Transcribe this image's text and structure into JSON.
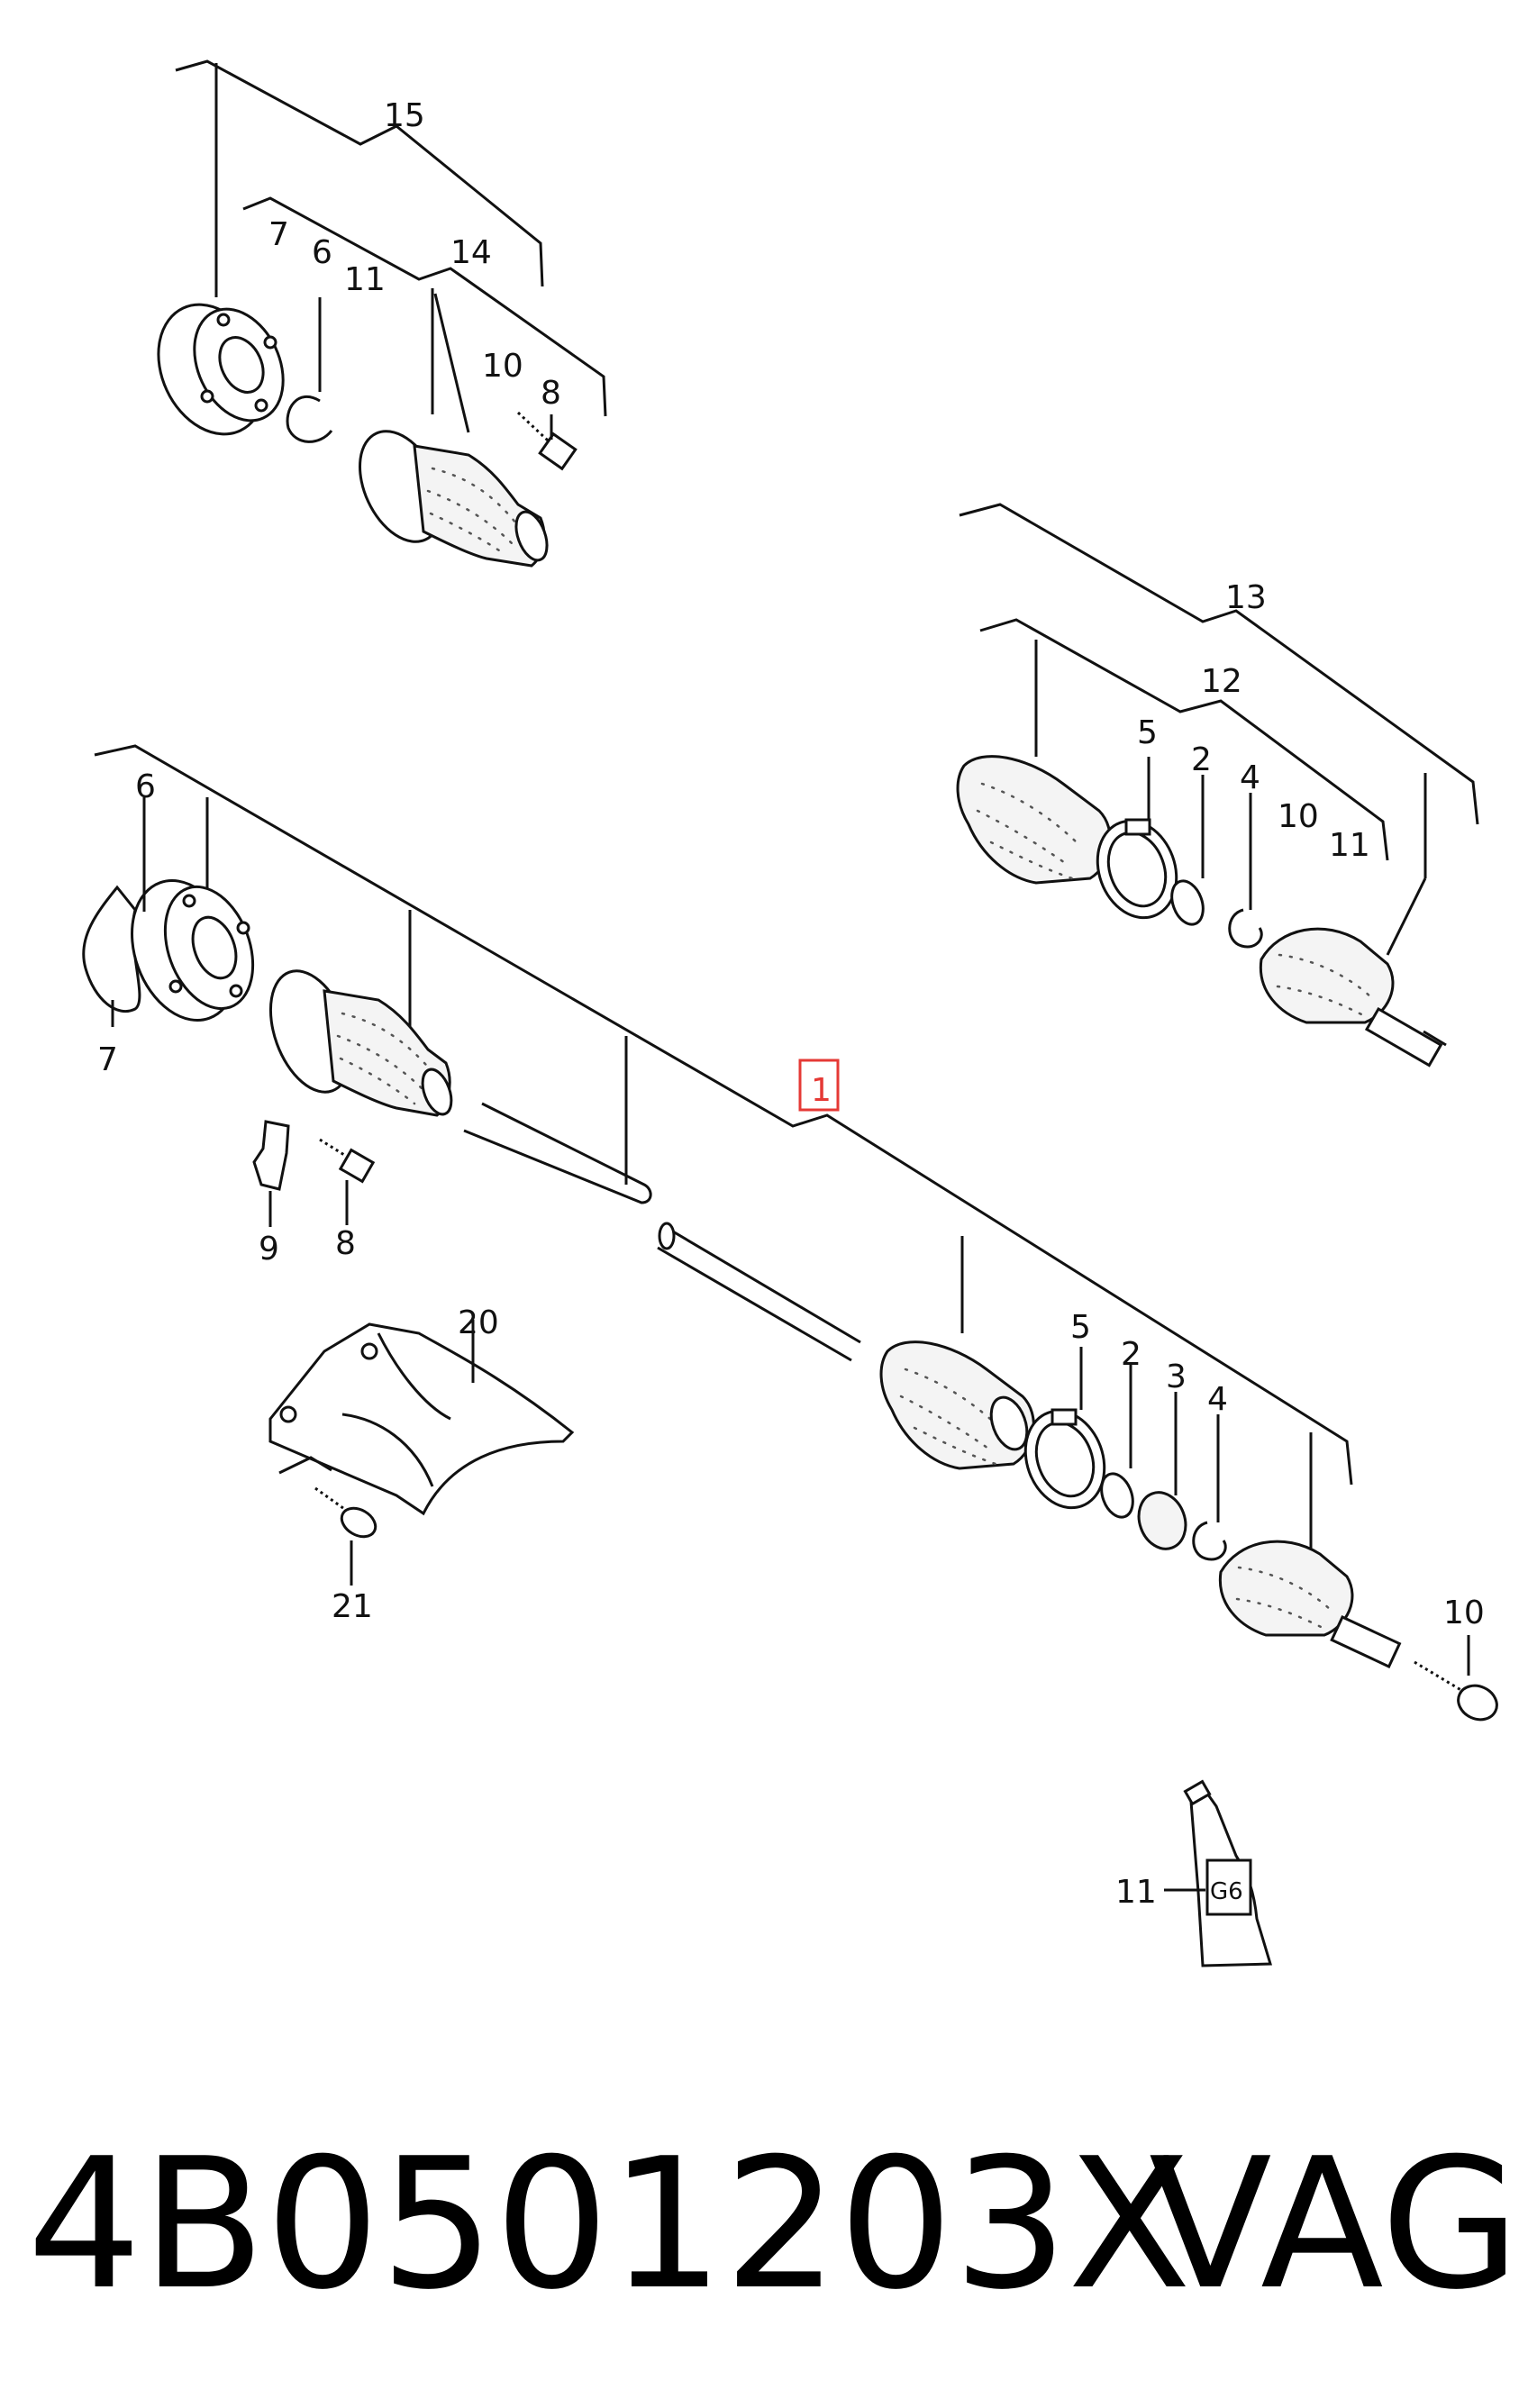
{
  "callouts": {
    "c15": "15",
    "c14": "14",
    "c7a": "7",
    "c6a": "6",
    "c11a": "11",
    "c10a": "10",
    "c8a": "8",
    "c13": "13",
    "c12": "12",
    "c5a": "5",
    "c2a": "2",
    "c4a": "4",
    "c10b": "10",
    "c11b": "11",
    "c6b": "6",
    "c7b": "7",
    "c1": "1",
    "c9": "9",
    "c8b": "8",
    "c20": "20",
    "c21": "21",
    "c5b": "5",
    "c2b": "2",
    "c3": "3",
    "c4b": "4",
    "c10c": "10",
    "c11c": "11"
  },
  "tube_label": "G6",
  "highlight_color": "#e53935",
  "caption": {
    "part_number": "4B0501203X",
    "brand": "VAG"
  }
}
